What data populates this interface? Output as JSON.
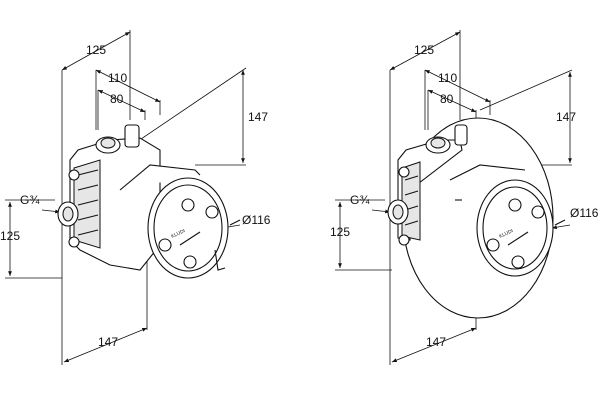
{
  "views": [
    {
      "id": "left",
      "dims": {
        "top_125": "125",
        "top_110": "110",
        "top_80": "80",
        "right_147": "147",
        "thread": "G¾",
        "left_125": "125",
        "diameter": "Ø116",
        "bottom_147": "147"
      },
      "brand_label": "KLUDI"
    },
    {
      "id": "right",
      "dims": {
        "top_125": "125",
        "top_110": "110",
        "top_80": "80",
        "right_147": "147",
        "thread": "G¾",
        "left_125": "125",
        "diameter": "Ø116",
        "bottom_147": "147"
      },
      "brand_label": "KLUDI"
    }
  ]
}
